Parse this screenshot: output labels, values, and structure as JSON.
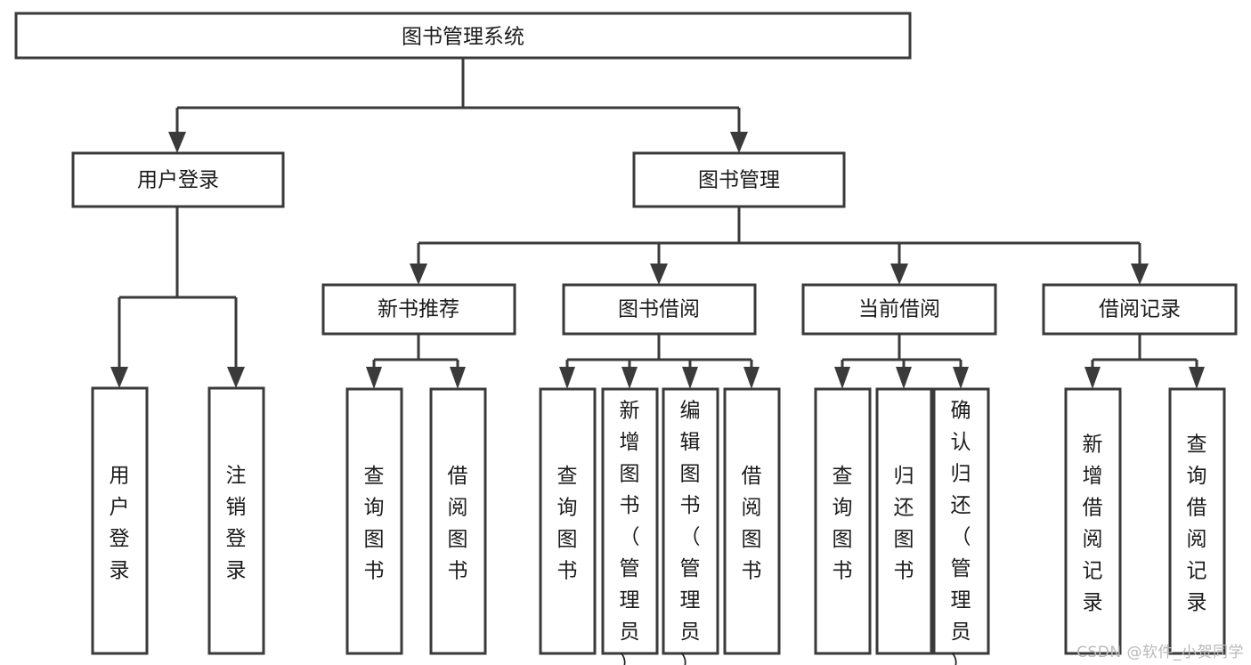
{
  "diagram": {
    "title": "图书管理系统",
    "type": "tree-hierarchy-diagram",
    "orientation": "top-down",
    "colors": {
      "box_stroke": "#3a3a3a",
      "box_fill": "#ffffff",
      "connector": "#3a3a3a",
      "text": "#1b1b1b",
      "background": "#ffffff",
      "watermark": "#b9b9b9"
    },
    "nodes": {
      "root": {
        "label": "图书管理系统",
        "level": 1,
        "orientation": "horizontal"
      },
      "level2": [
        {
          "id": "user-login",
          "label": "用户登录",
          "orientation": "horizontal"
        },
        {
          "id": "book-management",
          "label": "图书管理",
          "orientation": "horizontal"
        }
      ],
      "level3": [
        {
          "id": "new-book-recommend",
          "label": "新书推荐",
          "orientation": "horizontal"
        },
        {
          "id": "book-borrow",
          "label": "图书借阅",
          "orientation": "horizontal"
        },
        {
          "id": "current-borrow",
          "label": "当前借阅",
          "orientation": "horizontal"
        },
        {
          "id": "borrow-record",
          "label": "借阅记录",
          "orientation": "horizontal"
        }
      ],
      "leaves": {
        "user-login": [
          {
            "id": "leaf-user-login",
            "label": "用户登录",
            "orientation": "vertical"
          },
          {
            "id": "leaf-logout-login",
            "label": "注销登录",
            "orientation": "vertical"
          }
        ],
        "new-book-recommend": [
          {
            "id": "leaf-query-book-1",
            "label": "查询图书",
            "orientation": "vertical"
          },
          {
            "id": "leaf-borrow-book-1",
            "label": "借阅图书",
            "orientation": "vertical"
          }
        ],
        "book-borrow": [
          {
            "id": "leaf-query-book-2",
            "label": "查询图书",
            "orientation": "vertical"
          },
          {
            "id": "leaf-add-book-admin",
            "label": "新增图书（管理员）",
            "orientation": "vertical"
          },
          {
            "id": "leaf-edit-book-admin",
            "label": "编辑图书（管理员）",
            "orientation": "vertical"
          },
          {
            "id": "leaf-borrow-book-2",
            "label": "借阅图书",
            "orientation": "vertical"
          }
        ],
        "current-borrow": [
          {
            "id": "leaf-query-book-3",
            "label": "查询图书",
            "orientation": "vertical"
          },
          {
            "id": "leaf-return-book",
            "label": "归还图书",
            "orientation": "vertical"
          },
          {
            "id": "leaf-confirm-return-admin",
            "label": "确认归还（管理员）",
            "orientation": "vertical"
          }
        ],
        "borrow-record": [
          {
            "id": "leaf-add-borrow-record",
            "label": "新增借阅记录",
            "orientation": "vertical"
          },
          {
            "id": "leaf-query-borrow-record",
            "label": "查询借阅记录",
            "orientation": "vertical"
          }
        ]
      }
    },
    "watermark": "CSDN @软件_小贺同学"
  }
}
